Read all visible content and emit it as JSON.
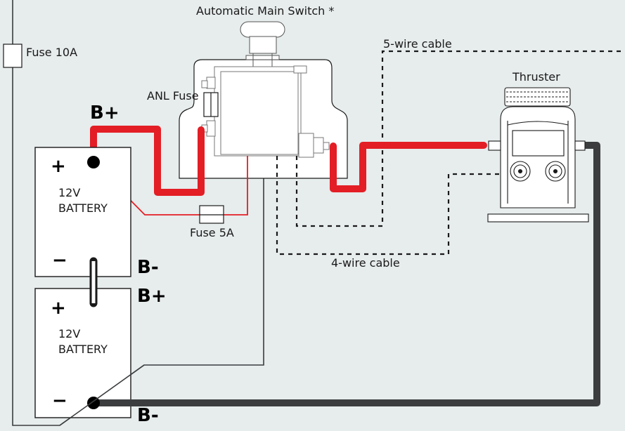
{
  "diagram": {
    "title": "Thruster wiring diagram",
    "labels": {
      "main_switch": "Automatic Main Switch *",
      "fuse_10a": "Fuse 10A",
      "anl_fuse": "ANL Fuse",
      "fuse_5a": "Fuse 5A",
      "five_wire": "5-wire cable",
      "four_wire": "4-wire cable",
      "thruster": "Thruster"
    },
    "batteries": [
      {
        "voltage": "12V",
        "name": "BATTERY",
        "plus_sign": "+",
        "minus_sign": "−",
        "terminal_top": "B+",
        "terminal_bottom": "B-"
      },
      {
        "voltage": "12V",
        "name": "BATTERY",
        "plus_sign": "+",
        "minus_sign": "−",
        "terminal_top": "B+",
        "terminal_bottom": "B-"
      }
    ],
    "colors": {
      "background": "#e7ecec",
      "positive_cable": "#e31e25",
      "negative_cable": "#3b3d3f",
      "outline": "#1a1a1a"
    }
  }
}
